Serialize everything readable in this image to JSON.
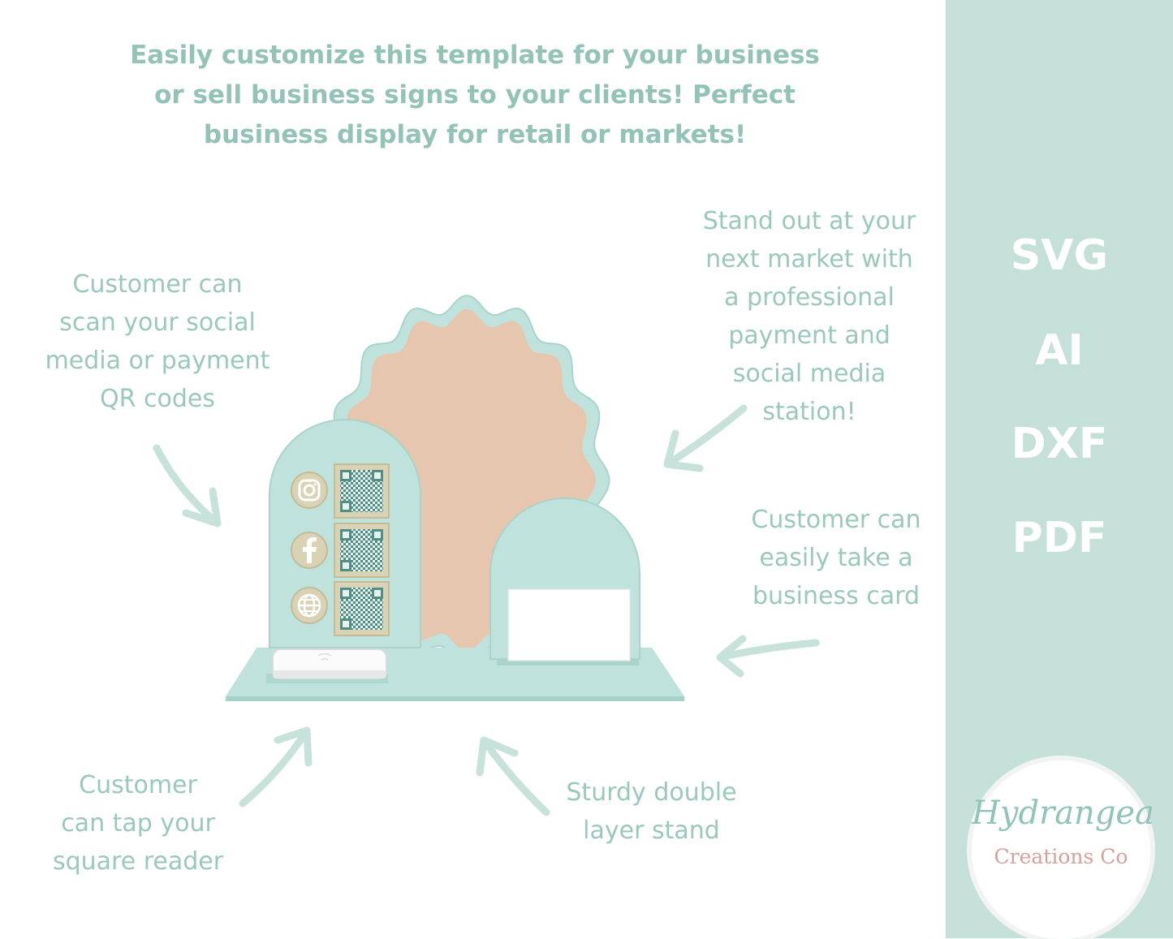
{
  "headline": {
    "lines": [
      "Easily customize this template for your business",
      "or sell business signs to your clients! Perfect",
      "business display for retail or markets!"
    ]
  },
  "notes": {
    "qr": [
      "Customer can",
      "scan your social",
      "media or payment",
      "QR codes"
    ],
    "stand_out": [
      "Stand out at your",
      "next market with",
      "a professional",
      "payment and",
      "social media",
      "station!"
    ],
    "business_card": [
      "Customer can",
      "easily take a",
      "business card"
    ],
    "reader": [
      "Customer",
      "can tap your",
      "square reader"
    ],
    "stand": [
      "Sturdy double",
      "layer stand"
    ]
  },
  "formats": [
    "SVG",
    "AI",
    "DXF",
    "PDF"
  ],
  "brand": {
    "script": "Hydrangea",
    "sub": "Creations Co"
  },
  "colors": {
    "accent": "#93c3b6",
    "sidebar": "#c4e0d8",
    "acrylic": "#bfe3dc",
    "wood": "#e6c6ae",
    "brand_pink": "#d7a09a"
  },
  "icons": [
    "instagram-icon",
    "facebook-icon",
    "globe-icon",
    "qr-code-icon"
  ]
}
